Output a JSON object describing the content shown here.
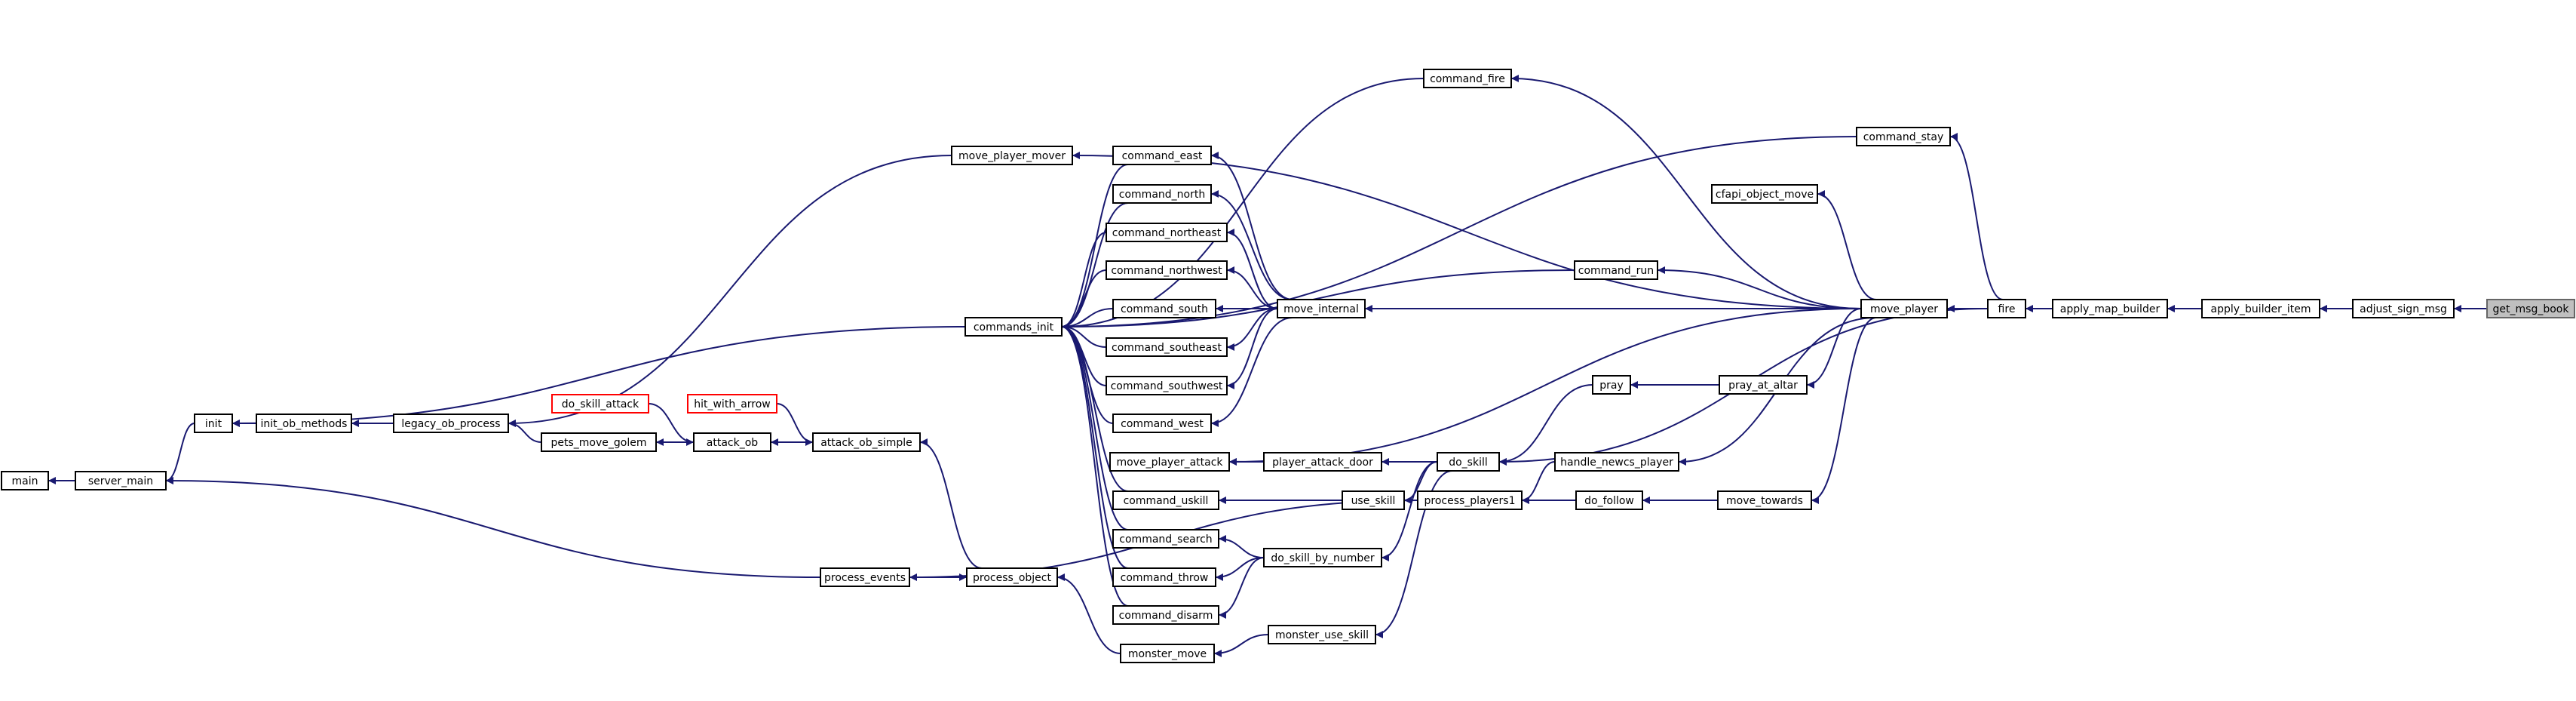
{
  "colors": {
    "edge": "#191970",
    "node_border": "#000000",
    "highlight_border": "#ff0000",
    "current_fill": "#bfbfbf",
    "background": "#ffffff"
  },
  "nodes": {
    "main": "main",
    "server_main": "server_main",
    "init": "init",
    "init_ob_methods": "init_ob_methods",
    "legacy_ob_process": "legacy_ob_process",
    "do_skill_attack": "do_skill_attack",
    "pets_move_golem": "pets_move_golem",
    "hit_with_arrow": "hit_with_arrow",
    "attack_ob": "attack_ob",
    "attack_ob_simple": "attack_ob_simple",
    "process_events": "process_events",
    "process_object": "process_object",
    "move_player_mover": "move_player_mover",
    "commands_init": "commands_init",
    "command_east": "command_east",
    "command_north": "command_north",
    "command_northeast": "command_northeast",
    "command_northwest": "command_northwest",
    "command_south": "command_south",
    "command_southeast": "command_southeast",
    "command_southwest": "command_southwest",
    "command_west": "command_west",
    "move_player_attack": "move_player_attack",
    "command_uskill": "command_uskill",
    "command_search": "command_search",
    "command_throw": "command_throw",
    "command_disarm": "command_disarm",
    "monster_move": "monster_move",
    "move_internal": "move_internal",
    "player_attack_door": "player_attack_door",
    "use_skill": "use_skill",
    "do_skill_by_number": "do_skill_by_number",
    "monster_use_skill": "monster_use_skill",
    "command_fire": "command_fire",
    "command_run": "command_run",
    "do_skill": "do_skill",
    "process_players1": "process_players1",
    "pray": "pray",
    "handle_newcs_player": "handle_newcs_player",
    "do_follow": "do_follow",
    "cfapi_object_move": "cfapi_object_move",
    "pray_at_altar": "pray_at_altar",
    "move_towards": "move_towards",
    "command_stay": "command_stay",
    "move_player": "move_player",
    "fire": "fire",
    "apply_map_builder": "apply_map_builder",
    "apply_builder_item": "apply_builder_item",
    "adjust_sign_msg": "adjust_sign_msg",
    "get_msg_book": "get_msg_book"
  }
}
